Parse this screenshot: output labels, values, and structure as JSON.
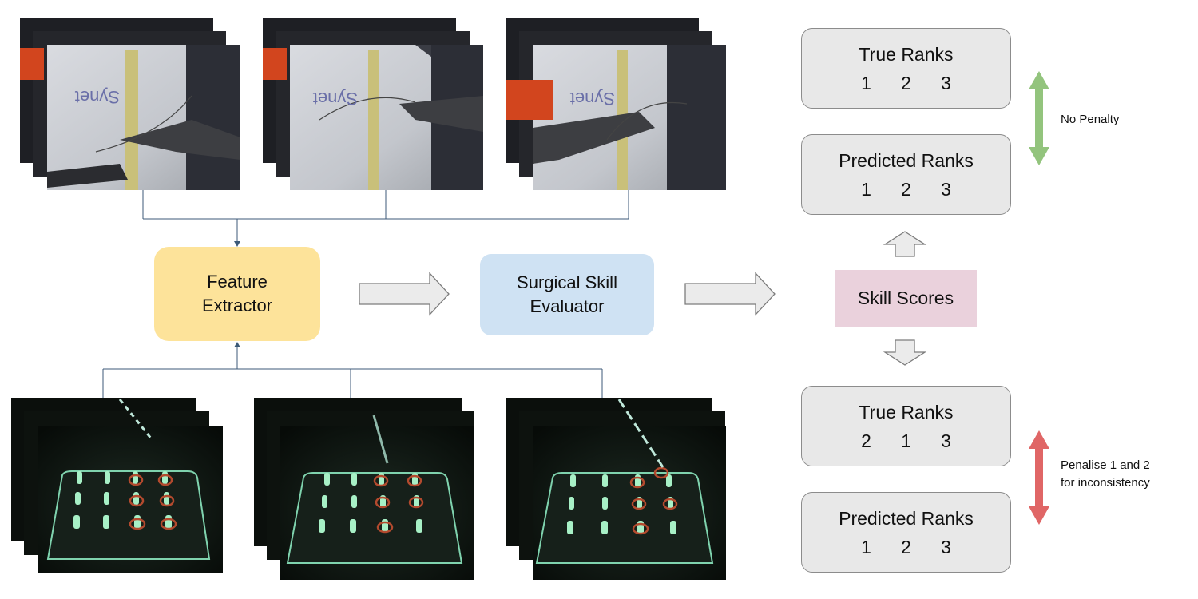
{
  "feature_extractor": {
    "line1": "Feature",
    "line2": "Extractor"
  },
  "skill_evaluator": {
    "line1": "Surgical Skill",
    "line2": "Evaluator"
  },
  "skill_scores": "Skill Scores",
  "top_pair": {
    "true_title": "True Ranks",
    "true_ranks": [
      "1",
      "2",
      "3"
    ],
    "pred_title": "Predicted Ranks",
    "pred_ranks": [
      "1",
      "2",
      "3"
    ],
    "note": "No Penalty",
    "arrow_color": "#93c47d"
  },
  "bottom_pair": {
    "true_title": "True Ranks",
    "true_ranks": [
      "2",
      "1",
      "3"
    ],
    "pred_title": "Predicted Ranks",
    "pred_ranks": [
      "1",
      "2",
      "3"
    ],
    "note_line1": "Penalise 1 and 2",
    "note_line2": "for inconsistency",
    "arrow_color": "#e06666"
  },
  "video_thumbnails": {
    "top_row": [
      "suturing-video-1",
      "suturing-video-2",
      "suturing-video-3"
    ],
    "bottom_row": [
      "peg-transfer-video-1",
      "peg-transfer-video-2",
      "peg-transfer-video-3"
    ],
    "top_logo_text": "Synet"
  }
}
